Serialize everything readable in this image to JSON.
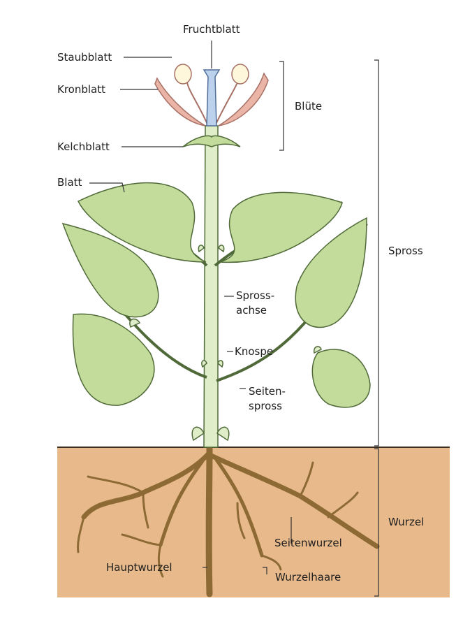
{
  "labels": {
    "fruchtblatt": "Fruchtblatt",
    "staubblatt": "Staubblatt",
    "kronblatt": "Kronblatt",
    "bluete": "Blüte",
    "kelchblatt": "Kelchblatt",
    "blatt": "Blatt",
    "spross": "Spross",
    "sprossachse": "Spross-\nachse",
    "knospe": "Knospe",
    "seitenspross": "Seiten-\nspross",
    "wurzel": "Wurzel",
    "seitenwurzel": "Seitenwurzel",
    "hauptwurzel": "Hauptwurzel",
    "wurzelhaare": "Wurzelhaare"
  },
  "colors": {
    "leaf_fill": "#c3dc9b",
    "leaf_stroke": "#4f6a38",
    "stem_fill": "#dfeec8",
    "petal_fill": "#eab5a6",
    "pistil_fill": "#bcd2ec",
    "soil_fill": "#e7b98b",
    "root_fill": "#8d6a34",
    "line": "#333333"
  }
}
